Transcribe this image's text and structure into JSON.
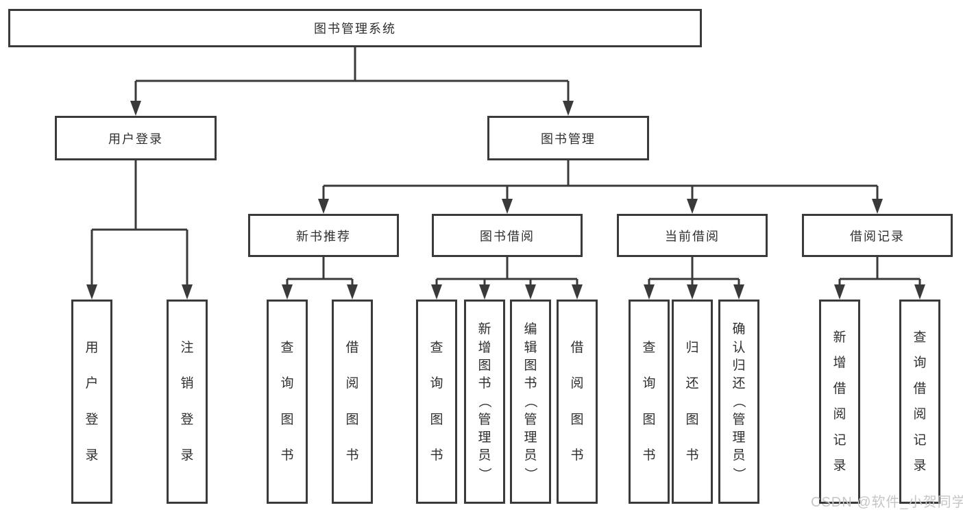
{
  "colors": {
    "line": "#3a3a3a",
    "text": "#2f2f2f",
    "watermark": "#c6c6c6"
  },
  "diagram": {
    "root": "图书管理系统",
    "branches": [
      {
        "label": "用户登录",
        "children": [
          "用户登录",
          "注销登录"
        ]
      },
      {
        "label": "图书管理",
        "children": [
          {
            "label": "新书推荐",
            "children": [
              "查询图书",
              "借阅图书"
            ]
          },
          {
            "label": "图书借阅",
            "children": [
              "查询图书",
              "新增图书（管理员）",
              "编辑图书（管理员）",
              "借阅图书"
            ]
          },
          {
            "label": "当前借阅",
            "children": [
              "查询图书",
              "归还图书",
              "确认归还（管理员）"
            ]
          },
          {
            "label": "借阅记录",
            "children": [
              "新增借阅记录",
              "查询借阅记录"
            ]
          }
        ]
      }
    ]
  },
  "watermark": {
    "text": "CSDN @软件_小贺同学"
  }
}
